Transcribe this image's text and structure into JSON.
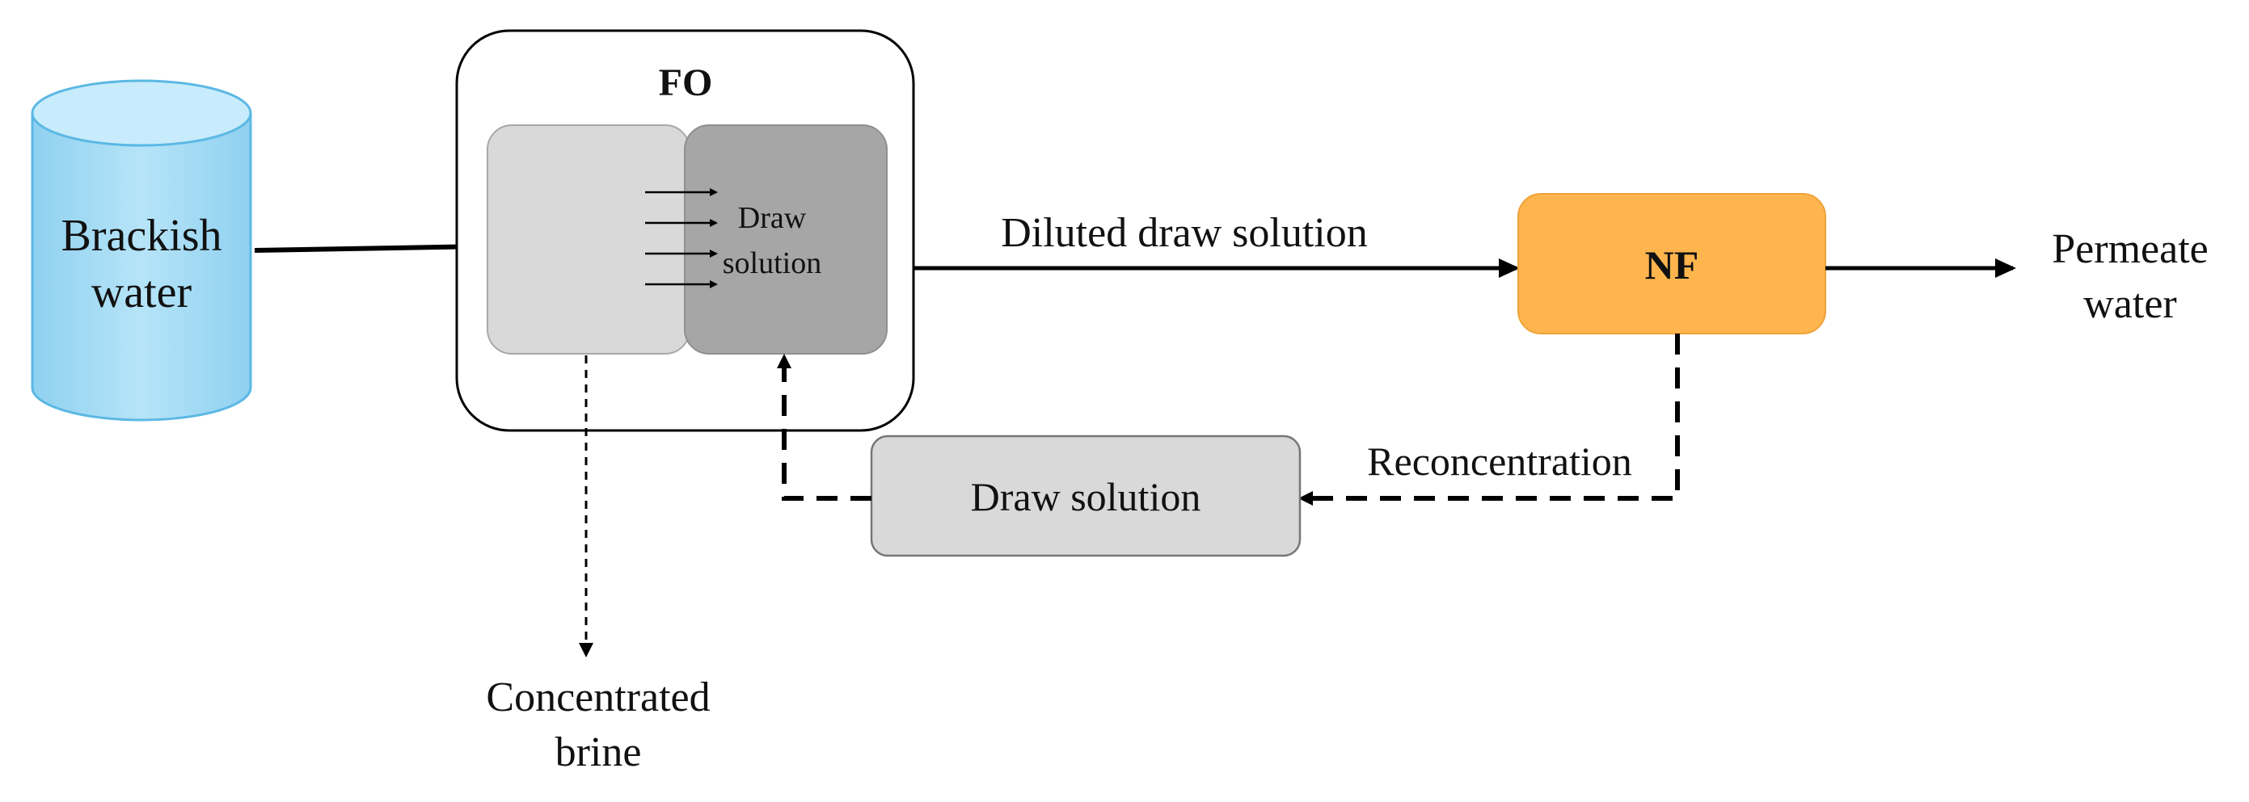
{
  "tank": {
    "label_line1": "Brackish",
    "label_line2": "water",
    "color": "#9fdaf5"
  },
  "fo": {
    "title": "FO",
    "draw_line1": "Draw",
    "draw_line2": "solution",
    "feed_color": "#d9d9d9",
    "draw_color": "#a6a6a6"
  },
  "nf": {
    "label": "NF",
    "color": "#ffb54d"
  },
  "draw_box": {
    "label": "Draw solution",
    "color": "#d9d9d9"
  },
  "flows": {
    "diluted": "Diluted draw solution",
    "reconcentration": "Reconcentration",
    "permeate_line1": "Permeate",
    "permeate_line2": "water",
    "brine_line1": "Concentrated",
    "brine_line2": "brine"
  }
}
